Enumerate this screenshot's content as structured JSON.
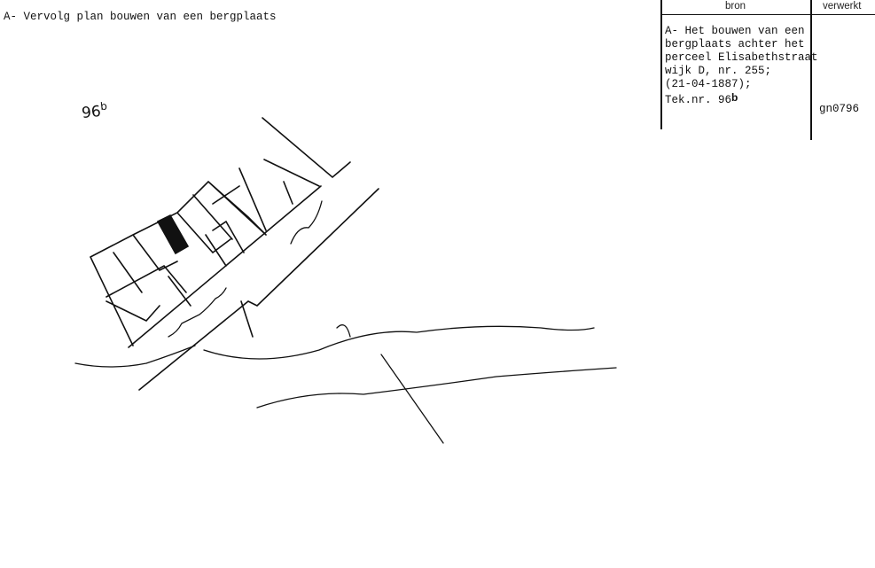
{
  "document": {
    "title": "A- Vervolg plan bouwen van een bergplaats",
    "drawing_number": "96",
    "drawing_number_suffix": "b"
  },
  "table": {
    "headers": {
      "bron": "bron",
      "verwerkt": "verwerkt"
    },
    "bron_lines": [
      "A- Het bouwen van een",
      "bergplaats achter het",
      "perceel Elisabethstraat",
      "wijk D, nr. 255;",
      "(21-04-1887);",
      "Tek.nr. 96"
    ],
    "bron_suffix": "b",
    "verwerkt_code": "gn0796"
  }
}
